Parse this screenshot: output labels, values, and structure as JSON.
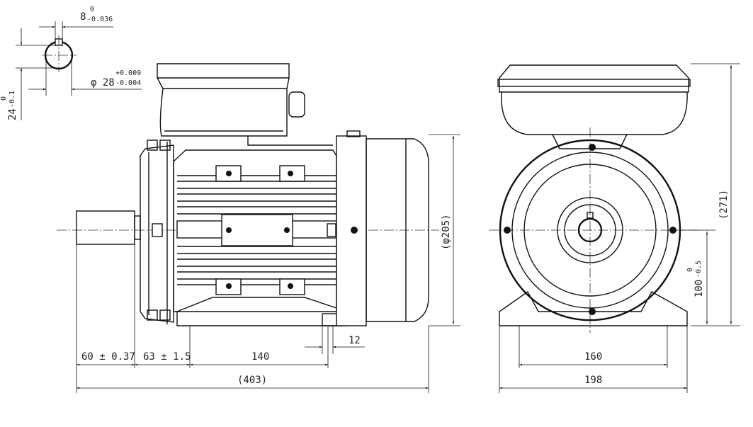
{
  "title": "Motor outline dimension drawing",
  "shaft_section": {
    "key_width": "8",
    "key_width_upper": "0",
    "key_width_lower": "-0.036",
    "shaft_dia_prefix": "φ",
    "shaft_dia": "28",
    "shaft_dia_upper": "+0.009",
    "shaft_dia_lower": "-0.004",
    "key_height": "24",
    "key_height_upper": "0",
    "key_height_lower": "-0.1"
  },
  "side_view": {
    "flange_dia": "(φ205)",
    "shaft_length": "60 ± 0.37",
    "shoulder_to_foot": "63 ± 1.5",
    "foot_spacing": "140",
    "foot_hole": "12",
    "overall_length": "(403)"
  },
  "front_view": {
    "overall_height": "(271)",
    "shaft_height": "100",
    "shaft_height_upper": "0",
    "shaft_height_lower": "-0.5",
    "foot_hole_spacing": "160",
    "overall_width": "198"
  }
}
